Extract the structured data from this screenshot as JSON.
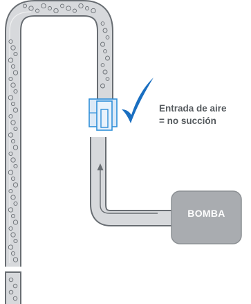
{
  "annotation": {
    "line1": "Entrada de aire",
    "line2": "= no succión"
  },
  "pump": {
    "label": "BOMBA"
  },
  "colors": {
    "tube_fill": "#d7d9dc",
    "tube_outline": "#686d72",
    "pump_fill": "#a9acb0",
    "valve": "#2f8fd9",
    "check": "#1a6fc1",
    "text": "#555a5e"
  },
  "icons": [
    "check-icon",
    "flow-arrow-icon",
    "air-bubble-icon"
  ]
}
